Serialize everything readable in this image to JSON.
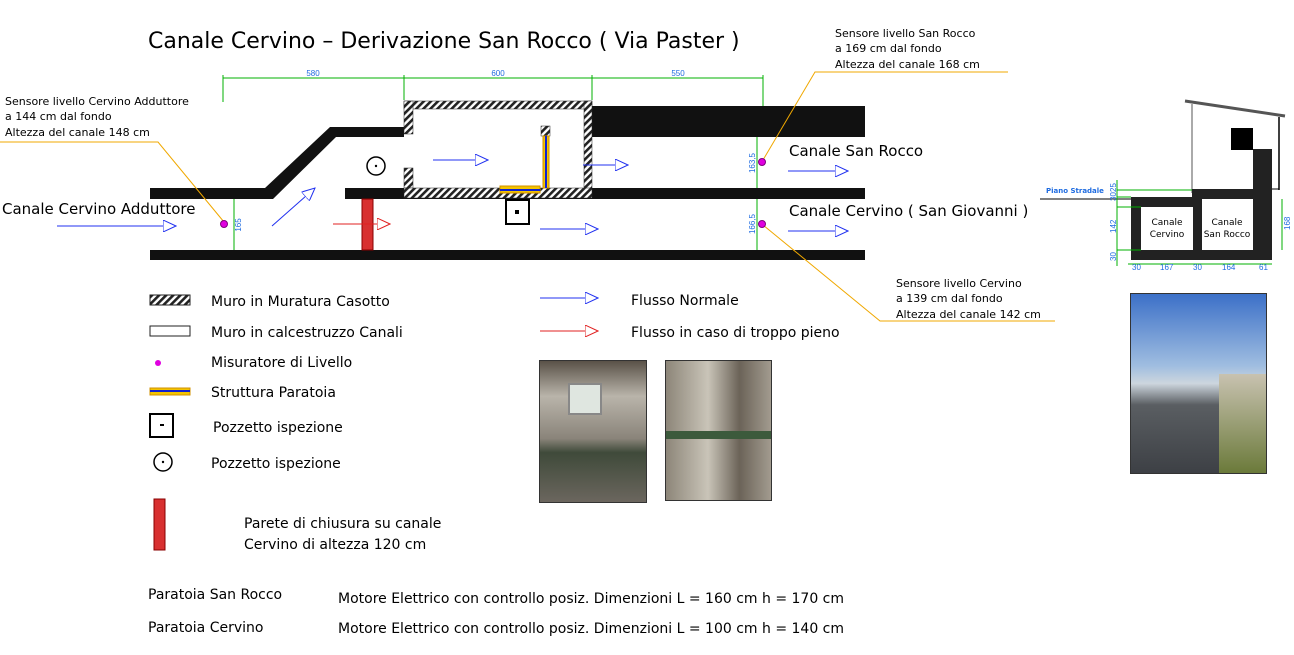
{
  "title": "Canale Cervino –  Derivazione San Rocco ( Via Paster )",
  "dimensions_top": [
    "580",
    "600",
    "550"
  ],
  "channel_dims": {
    "adduttore": "165",
    "san_rocco": "163,5",
    "cervino": "166,5"
  },
  "channel_labels": {
    "adduttore": "Canale Cervino Adduttore",
    "san_rocco": "Canale San Rocco",
    "cervino": "Canale Cervino ( San Giovanni )"
  },
  "sensors": {
    "adduttore": [
      "Sensore livello Cervino Adduttore",
      "a 144 cm dal fondo",
      "Altezza del canale 148 cm"
    ],
    "san_rocco": [
      "Sensore livello San Rocco",
      "a 169 cm dal fondo",
      "Altezza del canale 168 cm"
    ],
    "cervino": [
      "Sensore livello Cervino",
      "a 139 cm dal fondo",
      "Altezza del canale 142 cm"
    ]
  },
  "legend": {
    "muro_casotto": "Muro in Muratura Casotto",
    "muro_canali": "Muro in calcestruzzo Canali",
    "misuratore": "Misuratore di Livello",
    "paratoia": "Struttura Paratoia",
    "pozzetto1": "Pozzetto ispezione",
    "pozzetto2": "Pozzetto ispezione",
    "flusso_normale": "Flusso Normale",
    "flusso_troppo_pieno": "Flusso in caso di troppo pieno",
    "parete_1": "Parete di chiusura su canale",
    "parete_2": "Cervino di altezza 120 cm"
  },
  "section": {
    "piano_stradale": "Piano Stradale",
    "canale_cervino": [
      "Canale",
      "Cervino"
    ],
    "canale_san_rocco": [
      "Canale",
      "San Rocco"
    ],
    "left_dims": [
      "30",
      "25",
      "142",
      "30"
    ],
    "right_dim": "168",
    "bottom_dims": [
      "30",
      "167",
      "30",
      "164",
      "61"
    ]
  },
  "paratoie": [
    {
      "name": "Paratoia San Rocco",
      "desc": "Motore Elettrico con controllo posiz.  Dimenzioni   L = 160 cm  h = 170 cm"
    },
    {
      "name": "Paratoia Cervino",
      "desc": "Motore Elettrico con controllo posiz.  Dimenzioni   L = 100 cm  h = 140 cm"
    }
  ],
  "colors": {
    "wall": "#111111",
    "dim_line": "#00b000",
    "dim_text": "#1e6be0",
    "flow": "#2030f0",
    "overflow": "#e02020",
    "leader": "#f0a800",
    "sensor": "#e000e0"
  }
}
